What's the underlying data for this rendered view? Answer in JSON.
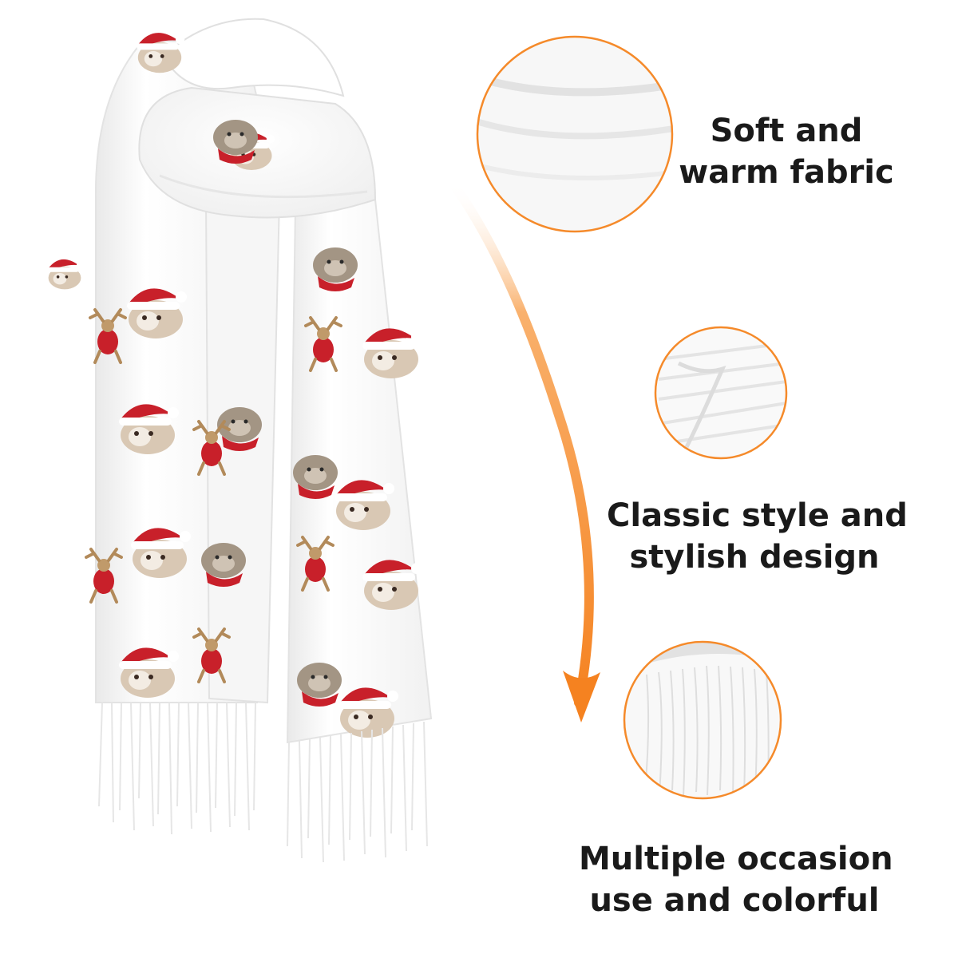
{
  "colors": {
    "accent": "#F58220",
    "ring": "#F58A2A",
    "hat_red": "#C8202A",
    "fabric": "#FFFFFF",
    "text": "#1A1A1A"
  },
  "product": {
    "image": "scarf-with-christmas-pets-print-icon"
  },
  "features": [
    {
      "line1": "Soft and",
      "line2": "warm fabric",
      "icon": "soft-fabric-closeup-icon"
    },
    {
      "line1": "Classic style and",
      "line2": "stylish design",
      "icon": "folded-fabric-closeup-icon"
    },
    {
      "line1": "Multiple occasion",
      "line2": "use and colorful",
      "icon": "tassel-fringe-closeup-icon"
    }
  ],
  "decor": {
    "arrow": "curved-down-arrow-icon"
  }
}
